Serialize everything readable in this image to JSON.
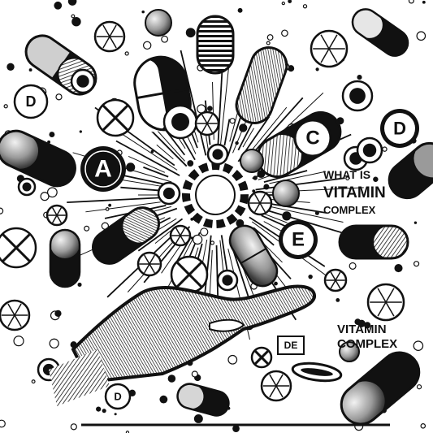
{
  "illustration": {
    "letter_a": "A",
    "letter_c": "C",
    "letter_d_top_right": "D",
    "letter_d_top_left": "D",
    "letter_e": "E",
    "letter_d_bottom": "D",
    "label_de": "DE",
    "heading_line1": "WHAT IS",
    "heading_line2": "VITAMIN",
    "heading_line3": "COMPLEX",
    "footer_line1": "VITAMIN",
    "footer_line2": "COMPLEX"
  },
  "palette": {
    "background": "#ffffff",
    "ink": "#111111",
    "mid_gray": "#8a8a8a",
    "light_gray": "#d6d6d6"
  }
}
